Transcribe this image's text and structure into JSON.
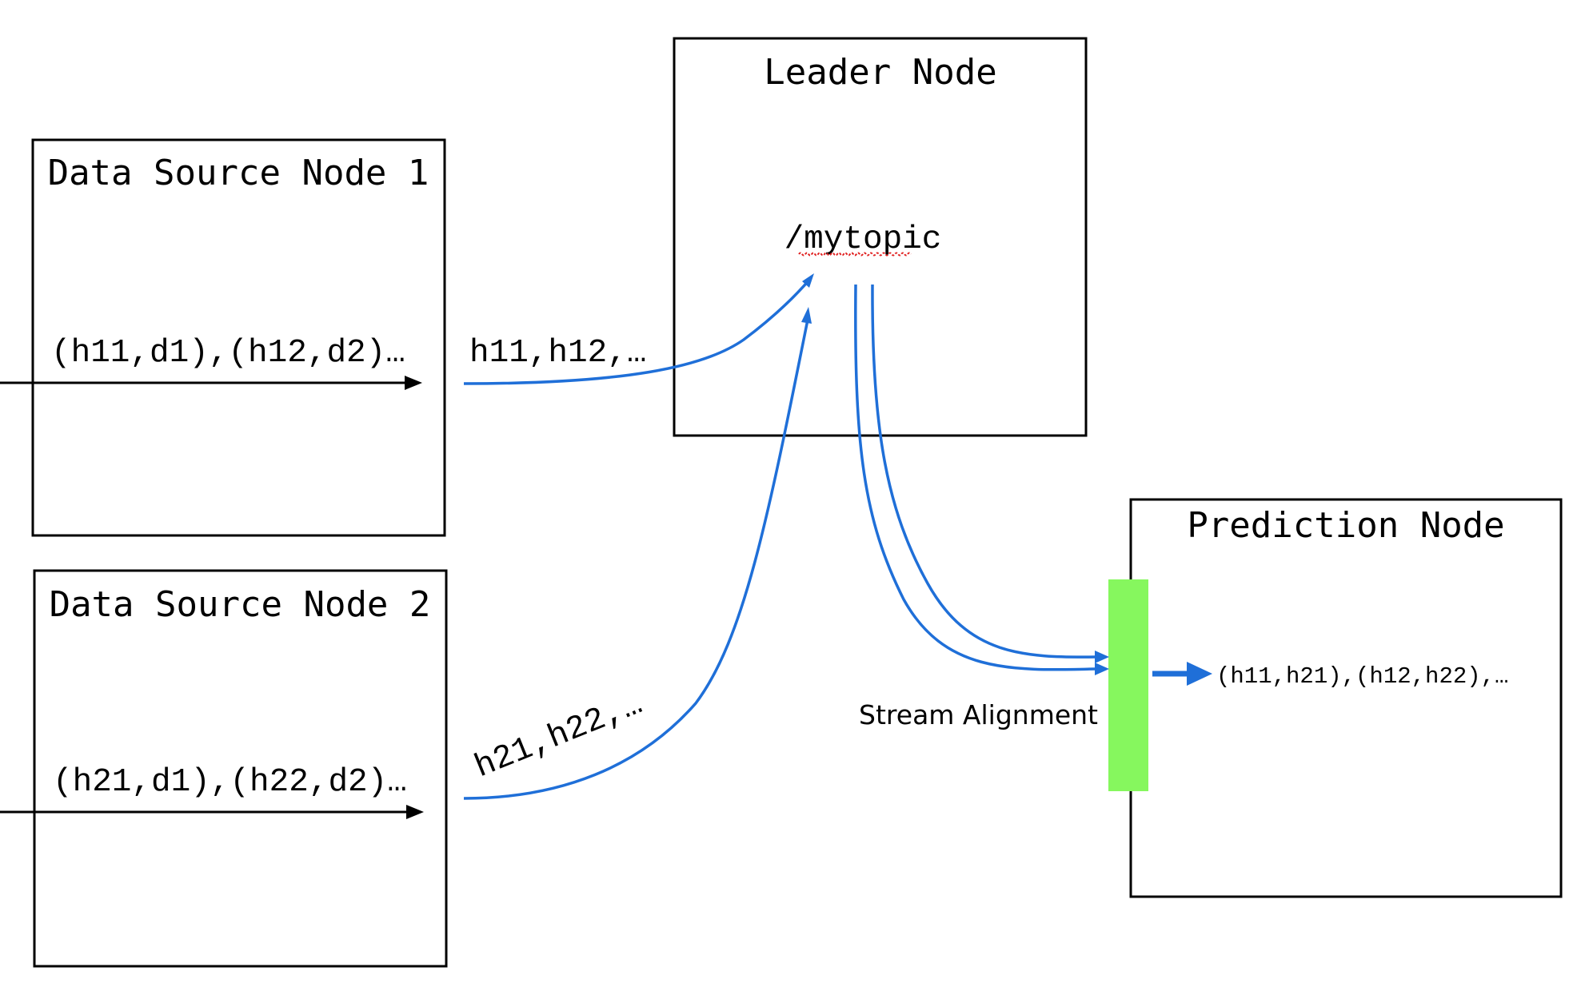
{
  "nodes": {
    "data_source_1": {
      "title": "Data Source Node 1",
      "stream_label": "(h11,d1),(h12,d2)…"
    },
    "data_source_2": {
      "title": "Data Source Node 2",
      "stream_label": "(h21,d1),(h22,d2)…"
    },
    "leader": {
      "title": "Leader Node",
      "topic": "/mytopic"
    },
    "prediction": {
      "title": "Prediction Node",
      "output_label": "(h11,h21),(h12,h22),…"
    }
  },
  "edges": {
    "source1_to_leader_label": "h11,h12,…",
    "source2_to_leader_label": "h21,h22,…",
    "stream_alignment_label": "Stream Alignment"
  },
  "colors": {
    "arrow_blue": "#1f6fd8",
    "alignment_bar": "#86f75e",
    "box_stroke": "#000000",
    "spellcheck_underline": "#e02020"
  }
}
